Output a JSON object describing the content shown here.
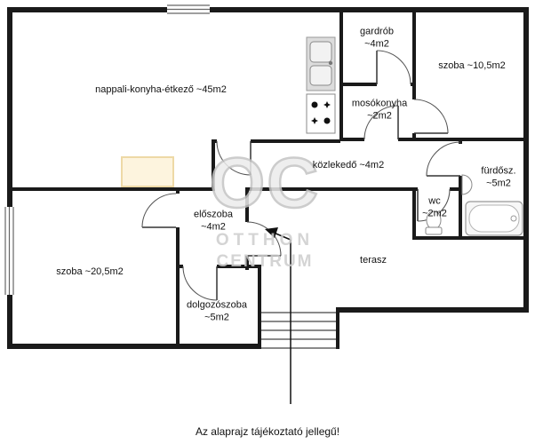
{
  "floorplan": {
    "rooms": {
      "nappali": {
        "label": "nappali-konyha-étkező ~45m2"
      },
      "gardrob": {
        "name": "gardrób",
        "area": "~4m2"
      },
      "szoba_felso": {
        "label": "szoba ~10,5m2"
      },
      "mosokonyha": {
        "name": "mosókonyha",
        "area": "~2m2"
      },
      "kozlekedo": {
        "label": "közlekedő ~4m2"
      },
      "furdoszoba": {
        "name": "fürdősz.",
        "area": "~5m2"
      },
      "wc": {
        "name": "wc",
        "area": "~2m2"
      },
      "eloszoba": {
        "name": "előszoba",
        "area": "~4m2"
      },
      "szoba_also": {
        "label": "szoba ~20,5m2"
      },
      "dolgozoszoba": {
        "name": "dolgozószoba",
        "area": "~5m2"
      },
      "terasz": {
        "label": "terasz"
      }
    },
    "watermark": {
      "logo": "OC",
      "brand_line1": "OTTHON",
      "brand_line2": "CENTRUM"
    },
    "footer": {
      "disclaimer": "Az alaprajz tájékoztató jellegű!"
    },
    "colors": {
      "wall": "#1a1a1a",
      "highlight_fill": "#fdf4de",
      "highlight_border": "#eed9a6",
      "watermark": "#cfcfcf"
    }
  }
}
